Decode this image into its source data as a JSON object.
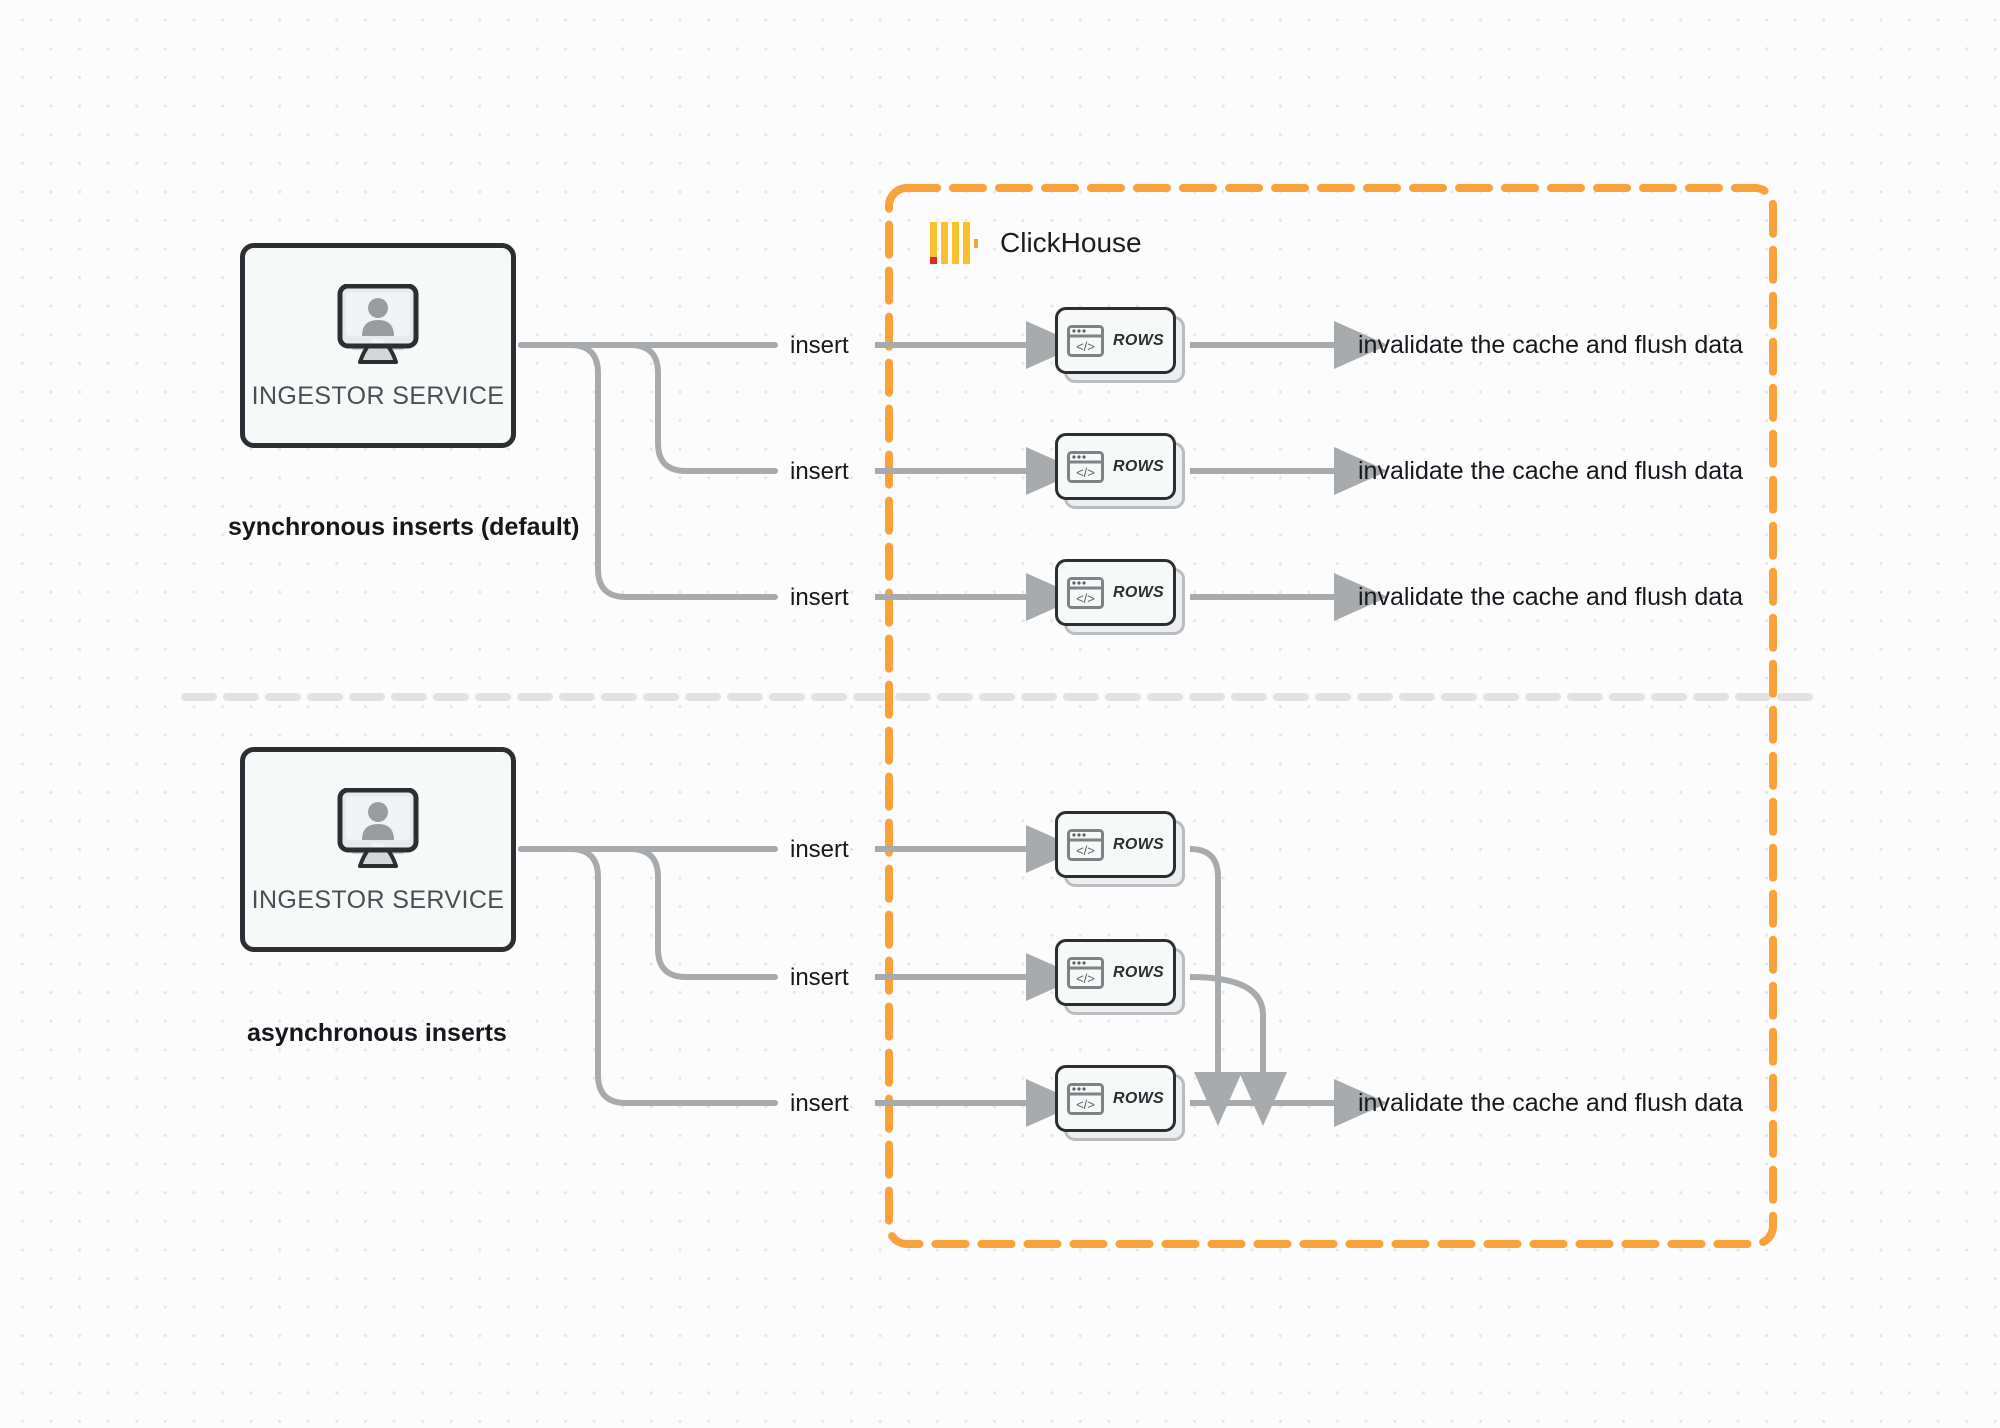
{
  "diagram": {
    "title": "ClickHouse synchronous vs asynchronous inserts",
    "colors": {
      "boundary_orange": "#f9a13a",
      "edge_gray": "#a8abae",
      "node_outline": "#2b2f33",
      "node_fill": "#f7f8f8",
      "canvas": "#fcfcfc",
      "grid_dot": "#e6e6e6",
      "divider": "#e2e2e2",
      "logo_red": "#e42527",
      "logo_yellow": "#fbc02d",
      "logo_orange": "#f9a13a"
    }
  },
  "clickhouse_boundary": {
    "label": "ClickHouse",
    "logo_name": "clickhouse-logo"
  },
  "sections": [
    {
      "id": "synchronous",
      "caption": "synchronous inserts (default)",
      "source": {
        "label": "INGESTOR SERVICE",
        "icon": "monitor-user-icon"
      },
      "edges": [
        {
          "label": "insert"
        },
        {
          "label": "insert"
        },
        {
          "label": "insert"
        }
      ],
      "rows_cards": [
        {
          "label": "ROWS",
          "icon": "code-window-icon"
        },
        {
          "label": "ROWS",
          "icon": "code-window-icon"
        },
        {
          "label": "ROWS",
          "icon": "code-window-icon"
        }
      ],
      "sinks": [
        {
          "label": "invalidate the cache and flush data"
        },
        {
          "label": "invalidate the cache and flush data"
        },
        {
          "label": "invalidate the cache and flush data"
        }
      ]
    },
    {
      "id": "asynchronous",
      "caption": "asynchronous inserts",
      "source": {
        "label": "INGESTOR SERVICE",
        "icon": "monitor-user-icon"
      },
      "edges": [
        {
          "label": "insert"
        },
        {
          "label": "insert"
        },
        {
          "label": "insert"
        }
      ],
      "rows_cards": [
        {
          "label": "ROWS",
          "icon": "code-window-icon"
        },
        {
          "label": "ROWS",
          "icon": "code-window-icon"
        },
        {
          "label": "ROWS",
          "icon": "code-window-icon"
        }
      ],
      "sinks": [
        {
          "label": "invalidate the cache and flush data"
        }
      ]
    }
  ]
}
